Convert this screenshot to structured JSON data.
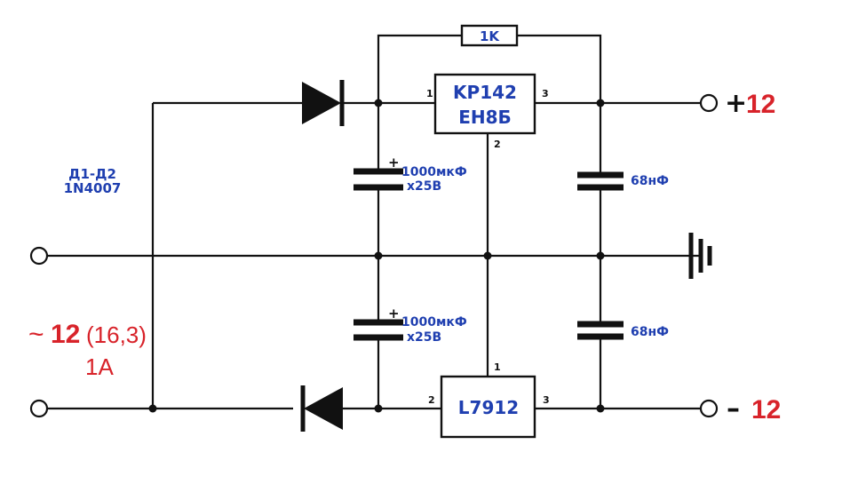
{
  "components": {
    "resistor": {
      "label": "1K"
    },
    "regulator_pos": {
      "line1": "KP142",
      "line2": "EH8Б",
      "pin_in": "1",
      "pin_out": "3",
      "pin_gnd": "2"
    },
    "regulator_neg": {
      "label": "L7912",
      "pin_gnd": "1",
      "pin_in": "2",
      "pin_out": "3"
    },
    "diodes": {
      "label_line1": "Д1-Д2",
      "label_line2": "1N4007"
    },
    "cap_top_left": {
      "polarity": "+",
      "line1": "1000мкФ",
      "line2": "x25B"
    },
    "cap_bottom_left": {
      "polarity": "+",
      "line1": "1000мкФ",
      "line2": "x25B"
    },
    "cap_top_right": {
      "label": "68нФ"
    },
    "cap_bottom_right": {
      "label": "68нФ"
    }
  },
  "outputs": {
    "positive": {
      "sign": "+",
      "value": "12"
    },
    "negative": {
      "sign": "–",
      "value": "12"
    }
  },
  "input": {
    "tilde": "~",
    "value": "12",
    "alt_value": "(16,3)",
    "current": "1A"
  },
  "colors": {
    "wire": "#111111",
    "label_blue": "#1f3fb0",
    "label_red": "#d8232a"
  }
}
